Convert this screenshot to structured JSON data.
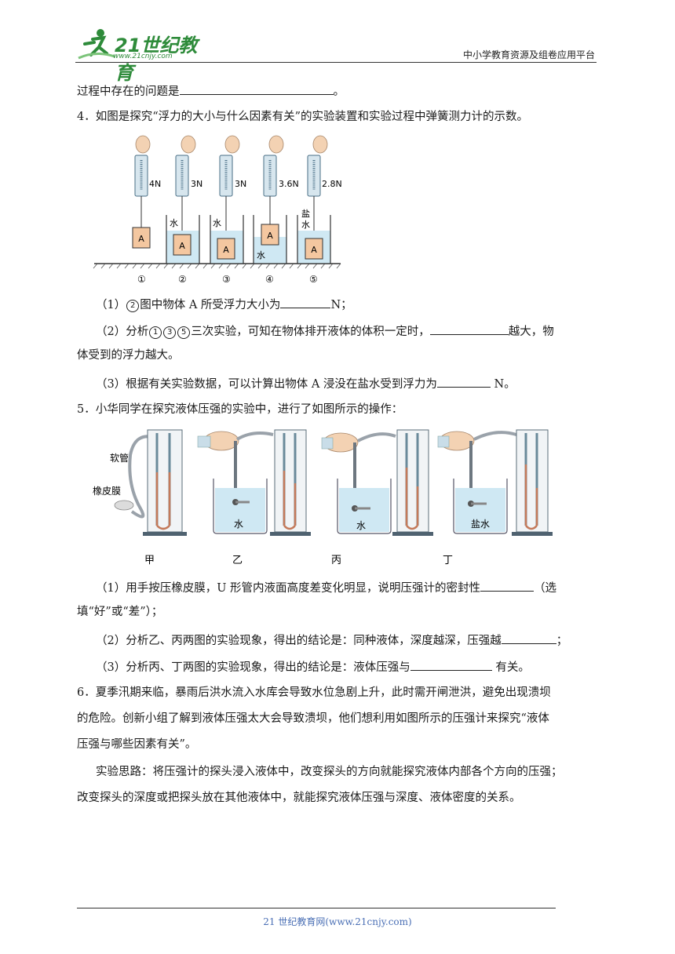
{
  "header": {
    "logo_text": "21世纪教育",
    "logo_url": "www.21cnjy.com",
    "platform": "中小学教育资源及组卷应用平台"
  },
  "q3_tail": {
    "text": "过程中存在的问题是",
    "end": "。"
  },
  "q4": {
    "stem": "4．如图是探究“浮力的大小与什么因素有关”的实验装置和实验过程中弹簧测力计的示数。",
    "readings": [
      "4N",
      "3N",
      "3N",
      "3.6N",
      "2.8N"
    ],
    "block_label": "A",
    "liquids": [
      "水",
      "水",
      "水",
      "盐水"
    ],
    "salt_label_lines": [
      "盐",
      "水"
    ],
    "figure_numbers": [
      "①",
      "②",
      "③",
      "④",
      "⑤"
    ],
    "sub1": {
      "pre": "（1）",
      "num": "2",
      "mid": "图中物体 A 所受浮力大小为",
      "post": "N；"
    },
    "sub2": {
      "pre": "（2）分析",
      "nums": [
        "1",
        "3",
        "5"
      ],
      "mid": "三次实验，可知在物体排开液体的体积一定时，",
      "post": "越大，物",
      "line2": "体受到的浮力越大。"
    },
    "sub3": {
      "text": "（3）根据有关实验数据，可以计算出物体 A 浸没在盐水受到浮力为",
      "post": " N。"
    }
  },
  "q5": {
    "stem": "5．小华同学在探究液体压强的实验中，进行了如图所示的操作：",
    "labels": {
      "hose": "软管",
      "membrane": "橡皮膜",
      "water": "水",
      "salt_water": "盐水"
    },
    "captions": [
      "甲",
      "乙",
      "丙",
      "丁"
    ],
    "sub1": {
      "text": "（1）用手按压橡皮膜，U 形管内液面高度差变化明显，说明压强计的密封性",
      "post": "（选",
      "line2": "填“好”或“差”）；"
    },
    "sub2": {
      "text": "（2）分析乙、丙两图的实验现象，得出的结论是：同种液体，深度越深，压强越",
      "post": "；"
    },
    "sub3": {
      "text": "（3）分析丙、丁两图的实验现象，得出的结论是：液体压强与",
      "post": " 有关。"
    }
  },
  "q6": {
    "line1": "6．夏季汛期来临，暴雨后洪水流入水库会导致水位急剧上升，此时需开闸泄洪，避免出现溃坝",
    "line2": "的危险。创新小组了解到液体压强太大会导致溃坝，他们想利用如图所示的压强计来探究“液体",
    "line3": "压强与哪些因素有关”。",
    "para1": "实验思路：将压强计的探头浸入液体中，改变探头的方向就能探究液体内部各个方向的压强；",
    "para2": "改变探头的深度或把探头放在其他液体中，就能探究液体压强与深度、液体密度的关系。"
  },
  "footer": {
    "text": "21 世纪教育网(www.21cnjy.com)"
  },
  "colors": {
    "logo_green": "#2e8b3a",
    "water_blue": "#cfe8f3",
    "block_orange": "#f4c7a0",
    "footer_blue": "#4a6fb5"
  }
}
